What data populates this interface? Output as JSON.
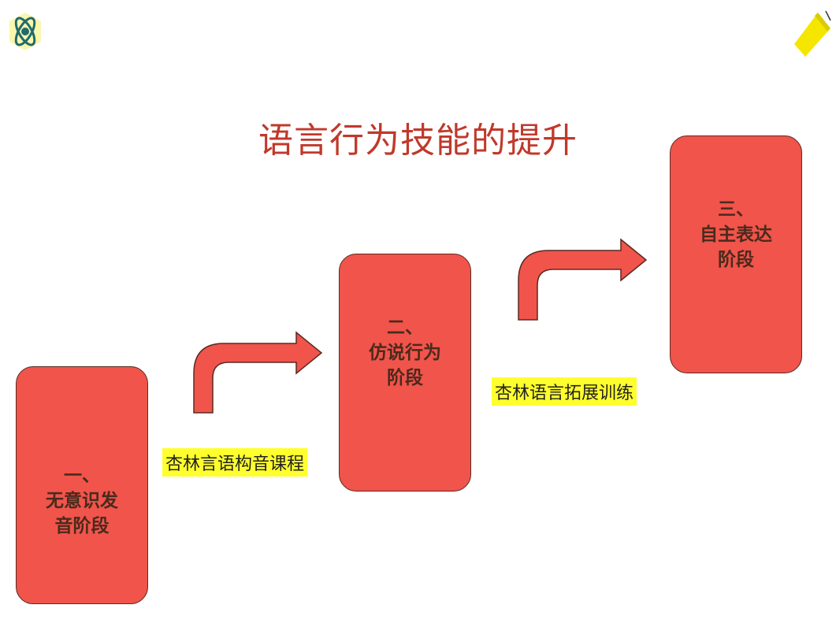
{
  "title": "语言行为技能的提升",
  "stages": [
    {
      "number": "一、",
      "line1": "无意识发",
      "line2": "音阶段"
    },
    {
      "number": "二、",
      "line1": "仿说行为",
      "line2": "阶段"
    },
    {
      "number": "三、",
      "line1": "自主表达",
      "line2": "阶段"
    }
  ],
  "transitions": [
    {
      "label": "杏林言语构音课程"
    },
    {
      "label": "杏林语言拓展训练"
    }
  ],
  "colors": {
    "stage_fill": "#f0544b",
    "title": "#c0392b",
    "highlight": "#ffff2e",
    "accent_yellow": "#f5e600"
  },
  "icons": {
    "top_left": "atom-logo-icon",
    "top_right": "yellow-pencil-mark-icon"
  }
}
